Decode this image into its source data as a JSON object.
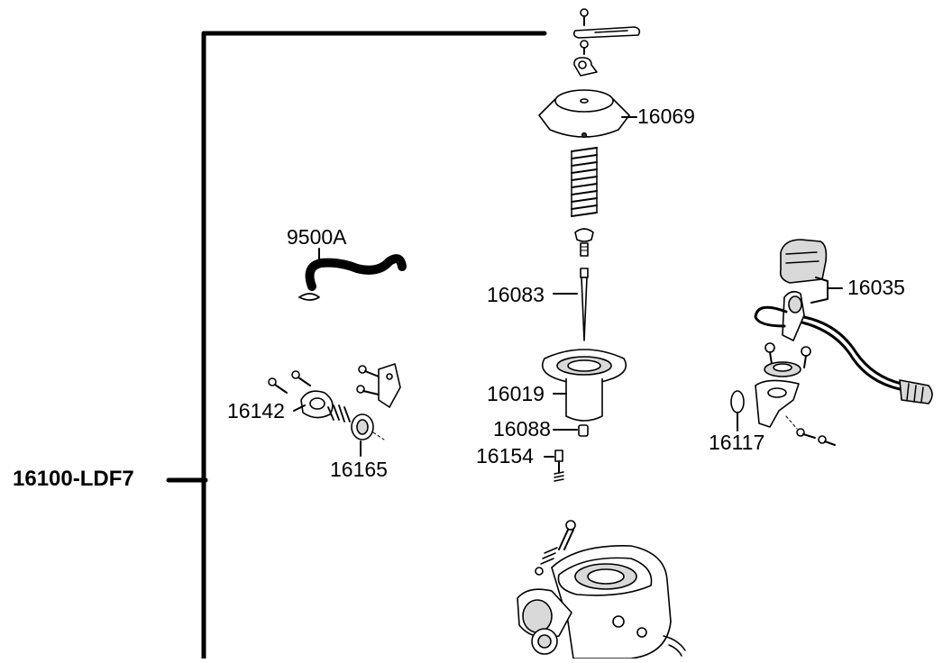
{
  "diagram": {
    "assembly_number": "16100-LDF7",
    "callouts": [
      {
        "id": "c16069",
        "number": "16069",
        "part": "carburetor-top-cover"
      },
      {
        "id": "c9500A",
        "number": "9500A",
        "part": "hose-with-clip"
      },
      {
        "id": "c16083",
        "number": "16083",
        "part": "jet-needle"
      },
      {
        "id": "c16035",
        "number": "16035",
        "part": "auto-choke-with-harness"
      },
      {
        "id": "c16019",
        "number": "16019",
        "part": "diaphragm-piston-valve"
      },
      {
        "id": "c16088",
        "number": "16088",
        "part": "needle-jet-holder"
      },
      {
        "id": "c16142",
        "number": "16142",
        "part": "enrichener-cover"
      },
      {
        "id": "c16154",
        "number": "16154",
        "part": "main-jet"
      },
      {
        "id": "c16117",
        "number": "16117",
        "part": "o-ring"
      },
      {
        "id": "c16165",
        "number": "16165",
        "part": "enrichener-diaphragm"
      }
    ]
  }
}
